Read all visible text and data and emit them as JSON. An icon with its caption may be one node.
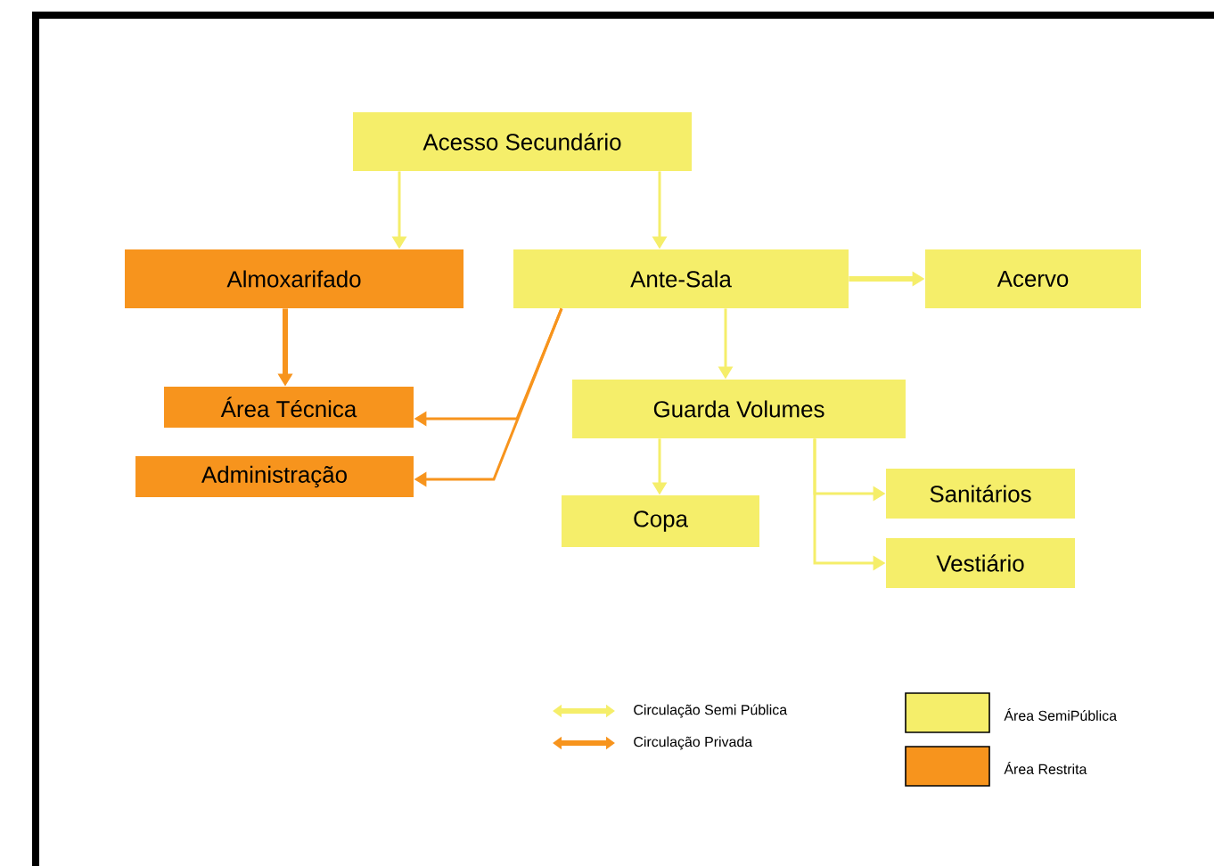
{
  "diagram": {
    "nodes": [
      {
        "text": [
          "Acesso Secundário"
        ]
      },
      {
        "text": [
          "Almoxarifado"
        ]
      },
      {
        "text": [
          "Ante-Sala"
        ]
      },
      {
        "text": [
          "Acervo"
        ]
      },
      {
        "text": [
          "Área Técnica"
        ]
      },
      {
        "text": [
          "Administração"
        ]
      },
      {
        "text": [
          "Guarda Volumes"
        ]
      },
      {
        "text": [
          "Copa"
        ]
      },
      {
        "text": [
          "Sanitários"
        ]
      },
      {
        "text": [
          "Vestiário"
        ]
      }
    ],
    "edges": [
      {
        "from": 0,
        "to": 1,
        "arrow": "to"
      },
      {
        "from": 0,
        "to": 2,
        "arrow": "to"
      },
      {
        "from": 2,
        "to": 3,
        "arrow": "to",
        "style": "thick"
      },
      {
        "from": 1,
        "to": 4,
        "arrow": "to",
        "style": "thick",
        "color": "#f7941d"
      },
      {
        "from": 2,
        "to": 4,
        "arrow": "to",
        "color": "#f7941d"
      },
      {
        "from": 2,
        "to": 5,
        "arrow": "to",
        "color": "#f7941d"
      },
      {
        "from": 2,
        "to": 6,
        "arrow": "to"
      },
      {
        "from": 6,
        "to": 7,
        "arrow": "to"
      },
      {
        "from": 6,
        "to": 8,
        "arrow": "to"
      },
      {
        "from": 6,
        "to": 9,
        "arrow": "to"
      }
    ],
    "legend": [
      {
        "text": "Circulação Semi Pública"
      },
      {
        "text": "Circulação Privada"
      },
      {
        "text": "Área SemiPública",
        "color": "#f5ee6a"
      },
      {
        "text": "Área Restrita",
        "color": "#f7941d"
      }
    ]
  }
}
